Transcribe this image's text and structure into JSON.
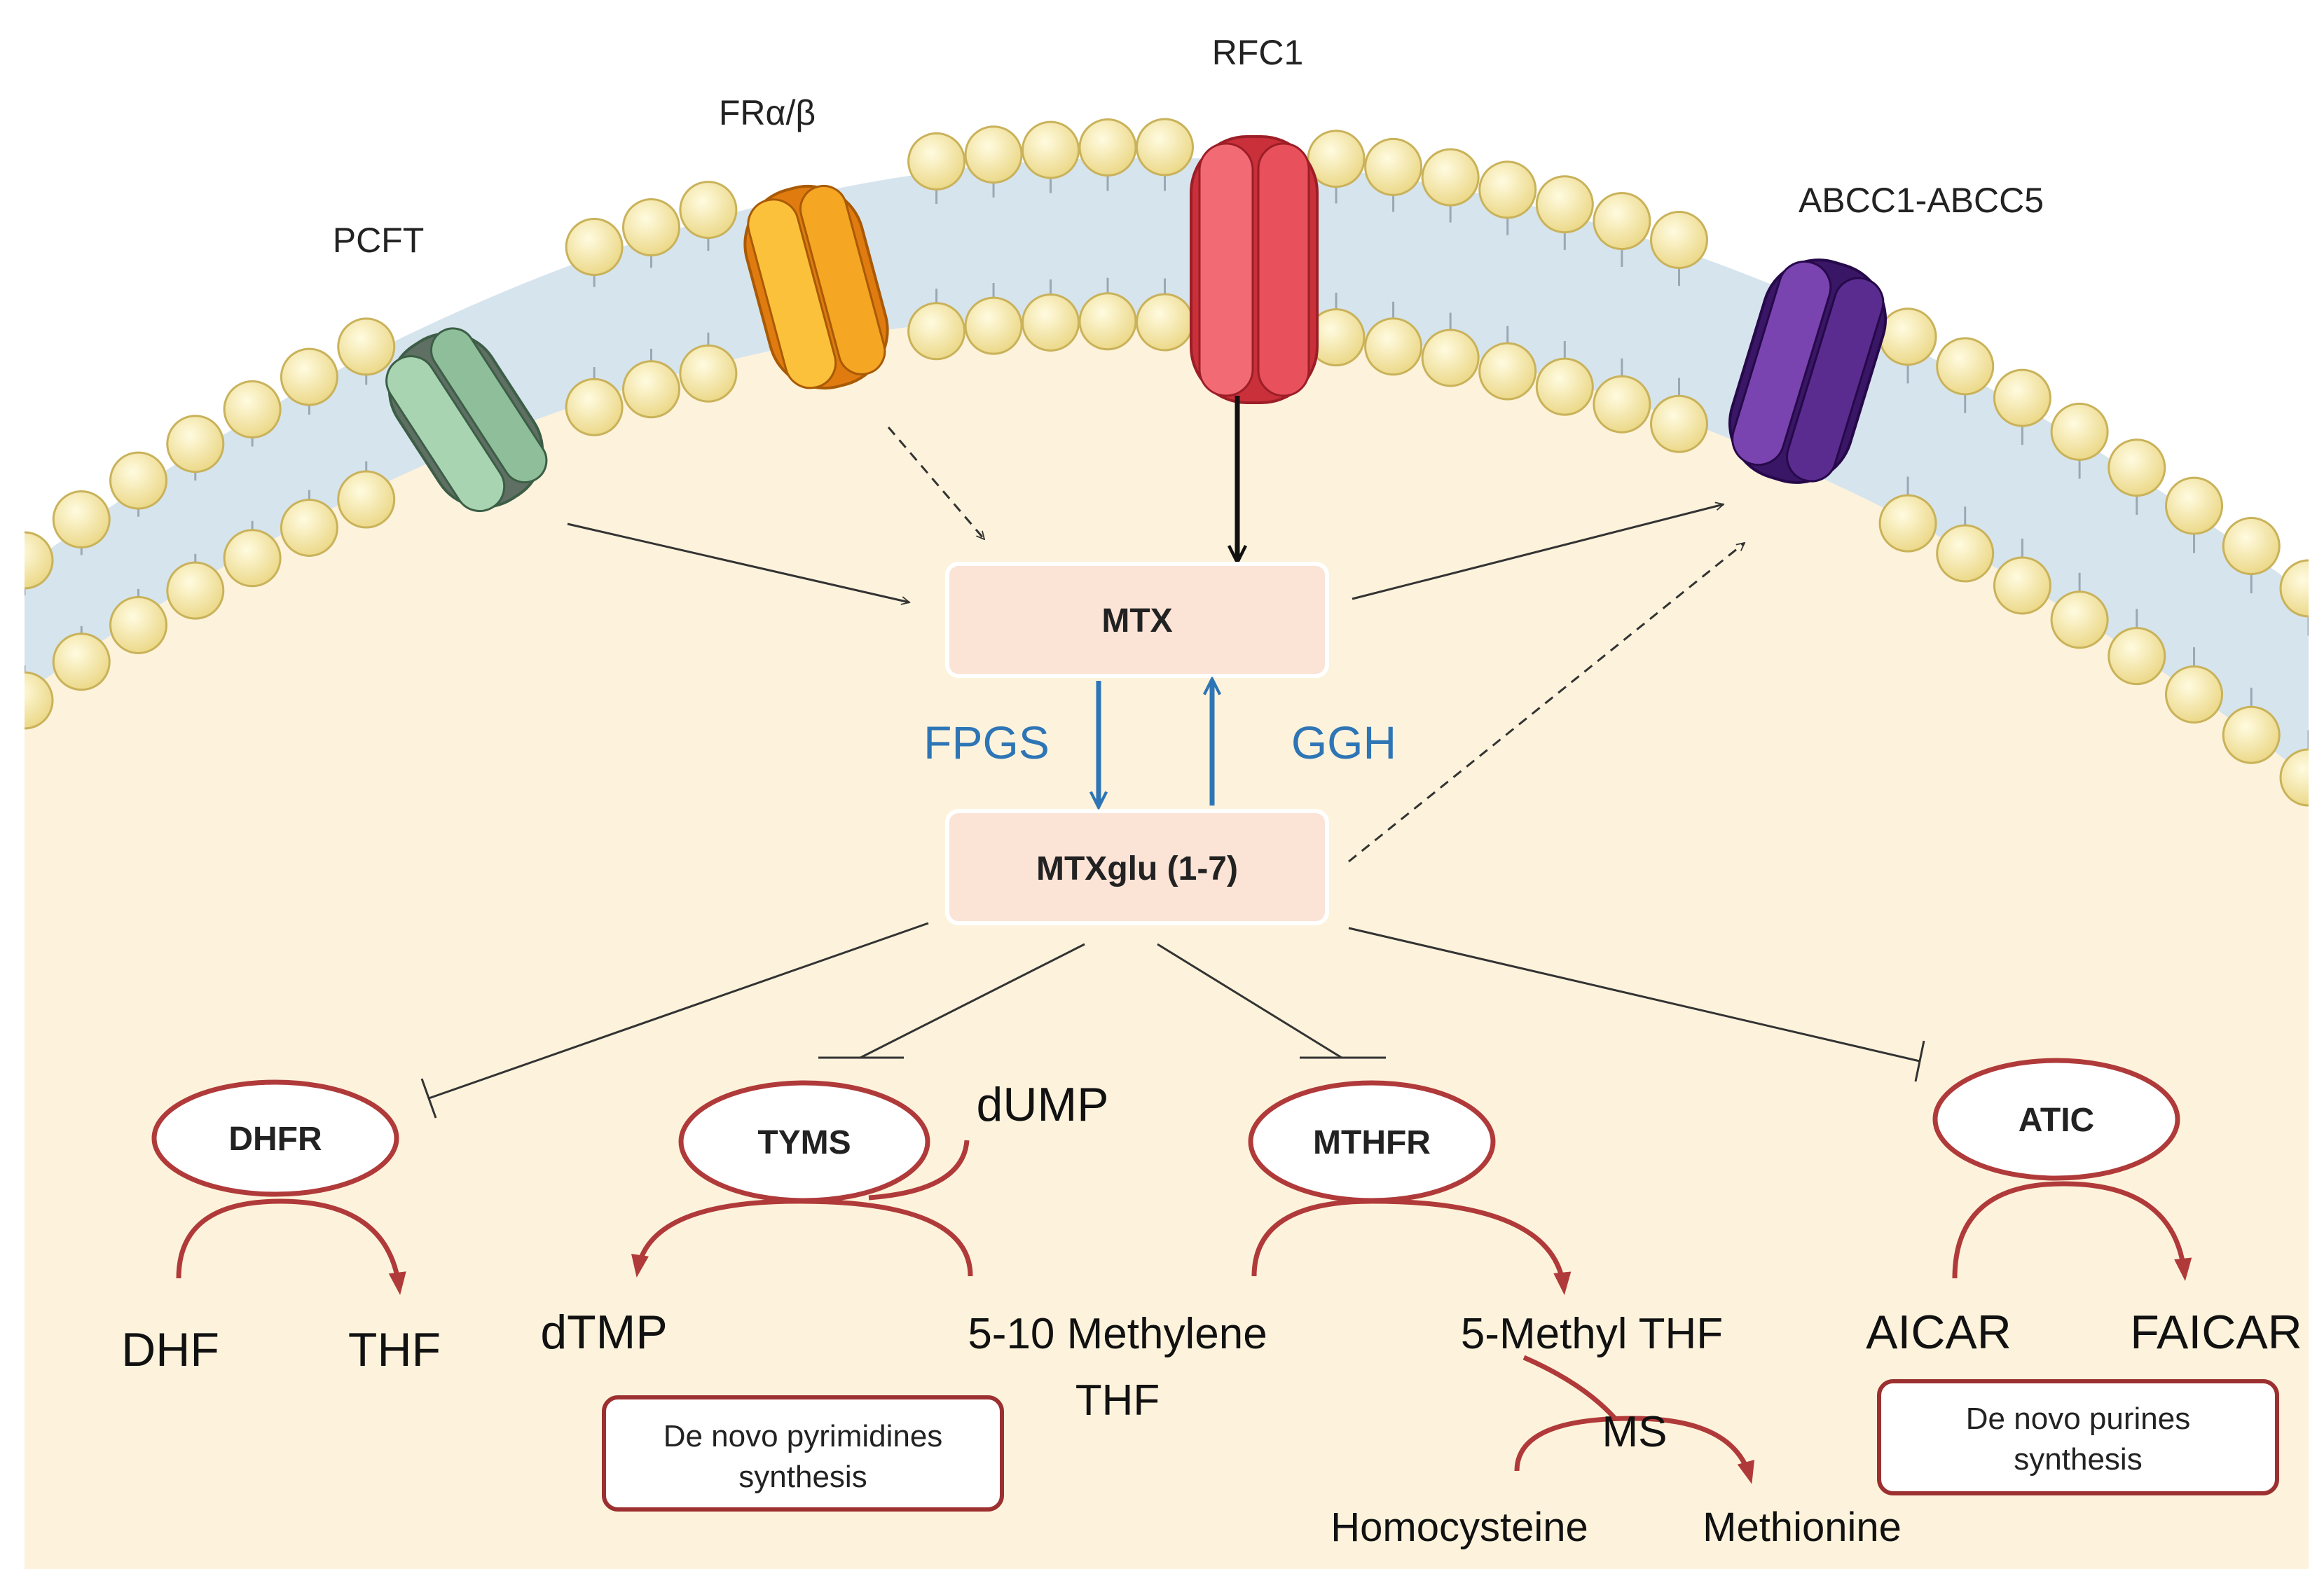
{
  "transporters": {
    "pcft": "PCFT",
    "fr": "FRα/β",
    "rfc1": "RFC1",
    "abcc": "ABCC1-ABCC5"
  },
  "boxes": {
    "mtx": "MTX",
    "mtxglu": "MTXglu (1-7)"
  },
  "enzymes_blue": {
    "fpgs": "FPGS",
    "ggh": "GGH"
  },
  "targets": {
    "dhfr": "DHFR",
    "tyms": "TYMS",
    "mthfr": "MTHFR",
    "atic": "ATIC"
  },
  "metabolites": {
    "dhf": "DHF",
    "thf": "THF",
    "dump": "dUMP",
    "dtmp": "dTMP",
    "methylene_line1": "5-10 Methylene",
    "methylene_line2": "THF",
    "methyl_thf": "5-Methyl THF",
    "ms": "MS",
    "homocysteine": "Homocysteine",
    "methionine": "Methionine",
    "aicar": "AICAR",
    "faicar": "FAICAR"
  },
  "pathway_boxes": {
    "pyr_line1": "De novo pyrimidines",
    "pyr_line2": "synthesis",
    "pur_line1": "De novo purines",
    "pur_line2": "synthesis"
  },
  "colors": {
    "cytoplasm": "#fdf3dc",
    "membrane_band": "#d6e4ee",
    "lipid_head": "#f7e9a3",
    "box_fill": "#fbe3d6",
    "enzyme_red": "#b03a3a",
    "blue": "#2e75b6",
    "pcft": "#8fbf9a",
    "fr": "#f5a623",
    "rfc1": "#e8505b",
    "abcc": "#5b2c8f"
  }
}
